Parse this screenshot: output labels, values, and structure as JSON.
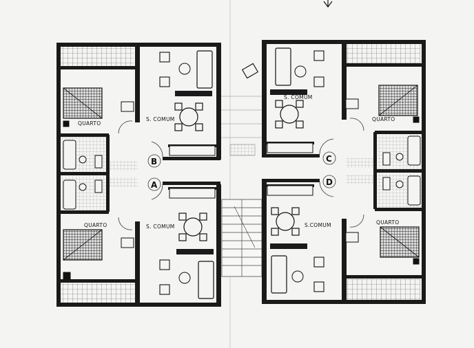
{
  "rooms": {
    "a": {
      "quarto": "QUARTO",
      "comum": "S. COMUM"
    },
    "b": {
      "quarto": "QUARTO",
      "comum": "S. COMUM"
    },
    "c": {
      "quarto": "QUARTO",
      "comum": "S. COMUM"
    },
    "d": {
      "quarto": "QUARTO",
      "comum": "S.COMUM"
    }
  },
  "cores": {
    "a": "A",
    "b": "B",
    "c": "C",
    "d": "D"
  },
  "colors": {
    "wall": "#1a1a1a",
    "paper": "#f4f4f2",
    "line": "#333333"
  }
}
